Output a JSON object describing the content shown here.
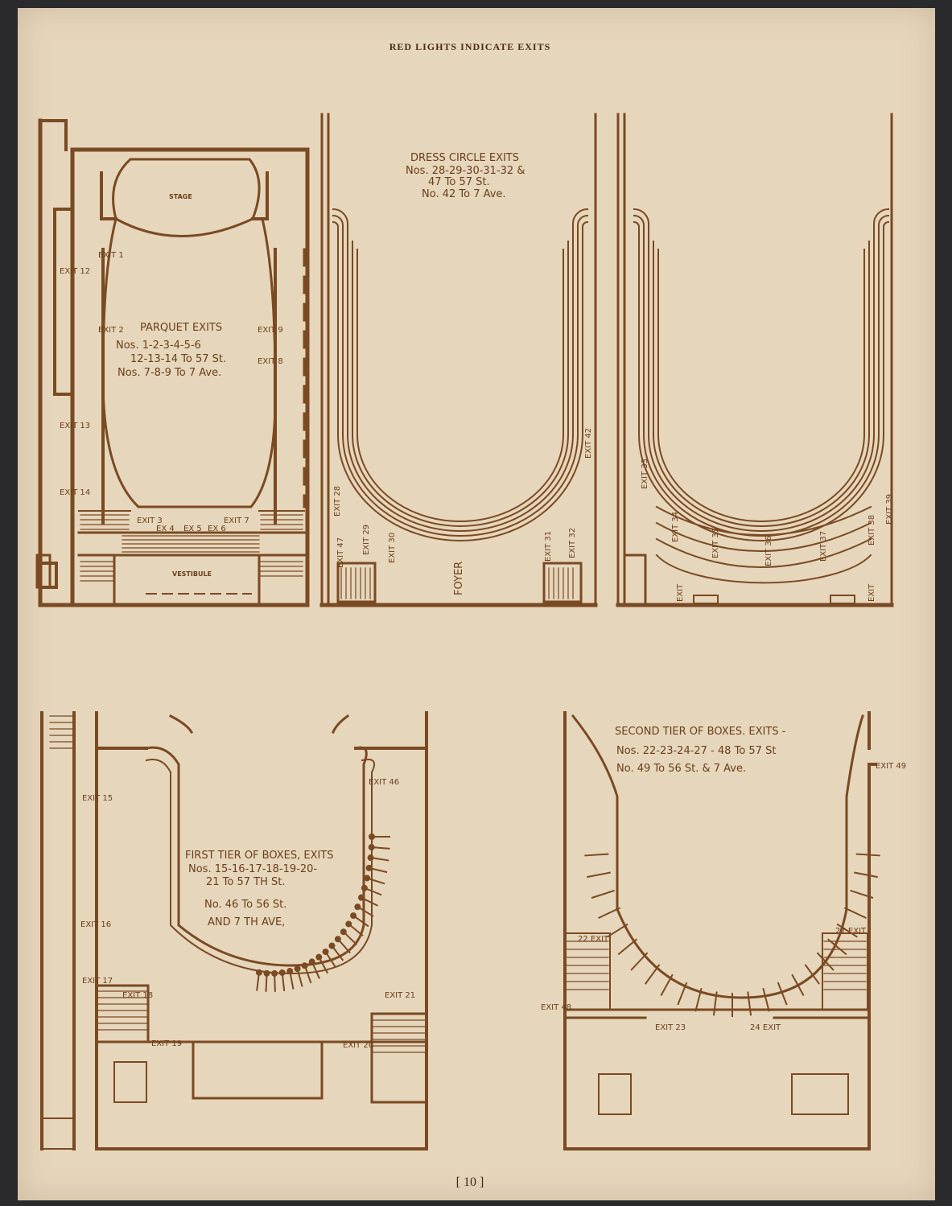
{
  "header": {
    "title": "RED LIGHTS INDICATE EXITS"
  },
  "folio": "[ 10 ]",
  "plan_parquet": {
    "title": "PARQUET EXITS",
    "lines": [
      "Nos. 1-2-3-4-5-6",
      "12-13-14 To 57 St.",
      "Nos. 7-8-9 To 7 Ave."
    ],
    "stage": "STAGE",
    "vestibule": "VESTIBULE",
    "exits": [
      "EXIT 1",
      "EXIT 2",
      "EXIT 3",
      "EX 4",
      "EX 5",
      "EX 6",
      "EXIT 7",
      "EXIT 8",
      "EXIT 9",
      "EXIT 12",
      "EXIT 13",
      "EXIT 14"
    ]
  },
  "plan_dress_circle": {
    "title": "DRESS CIRCLE EXITS",
    "lines": [
      "Nos. 28-29-30-31-32 &",
      "47 To 57 St.",
      "No. 42 To 7 Ave."
    ],
    "foyer": "FOYER",
    "exits": [
      "EXIT 28",
      "EXIT 29",
      "EXIT 30",
      "EXIT 31",
      "EXIT 32",
      "EXIT 42",
      "EXIT 47"
    ]
  },
  "plan_balcony": {
    "exits": [
      "EXIT 33",
      "EXIT 34",
      "EXIT 35",
      "EXIT 36",
      "EXIT 37",
      "EXIT 38",
      "EXIT 39",
      "EXIT",
      "EXIT"
    ]
  },
  "plan_first_tier": {
    "title": "FIRST TIER OF BOXES, EXITS",
    "lines": [
      "Nos. 15-16-17-18-19-20-",
      "21 To 57 TH St.",
      "No. 46 To 56 St.",
      "AND 7 TH AVE,"
    ],
    "exits": [
      "EXIT 15",
      "EXIT 16",
      "EXIT 17",
      "EXIT 18",
      "EXIT 19",
      "EXIT 20",
      "EXIT 21",
      "EXIT 46"
    ]
  },
  "plan_second_tier": {
    "title": "SECOND TIER OF BOXES. EXITS -",
    "lines": [
      "Nos. 22-23-24-27 - 48 To 57 St",
      "No. 49 To 56 St. & 7 Ave."
    ],
    "exits": [
      "22 EXIT",
      "EXIT 23",
      "24 EXIT",
      "27 EXIT",
      "EXIT 48",
      "EXIT 49"
    ]
  },
  "colors": {
    "paper": "#e6d6bc",
    "ink": "#7a4a22",
    "background": "#2a2a2c"
  }
}
